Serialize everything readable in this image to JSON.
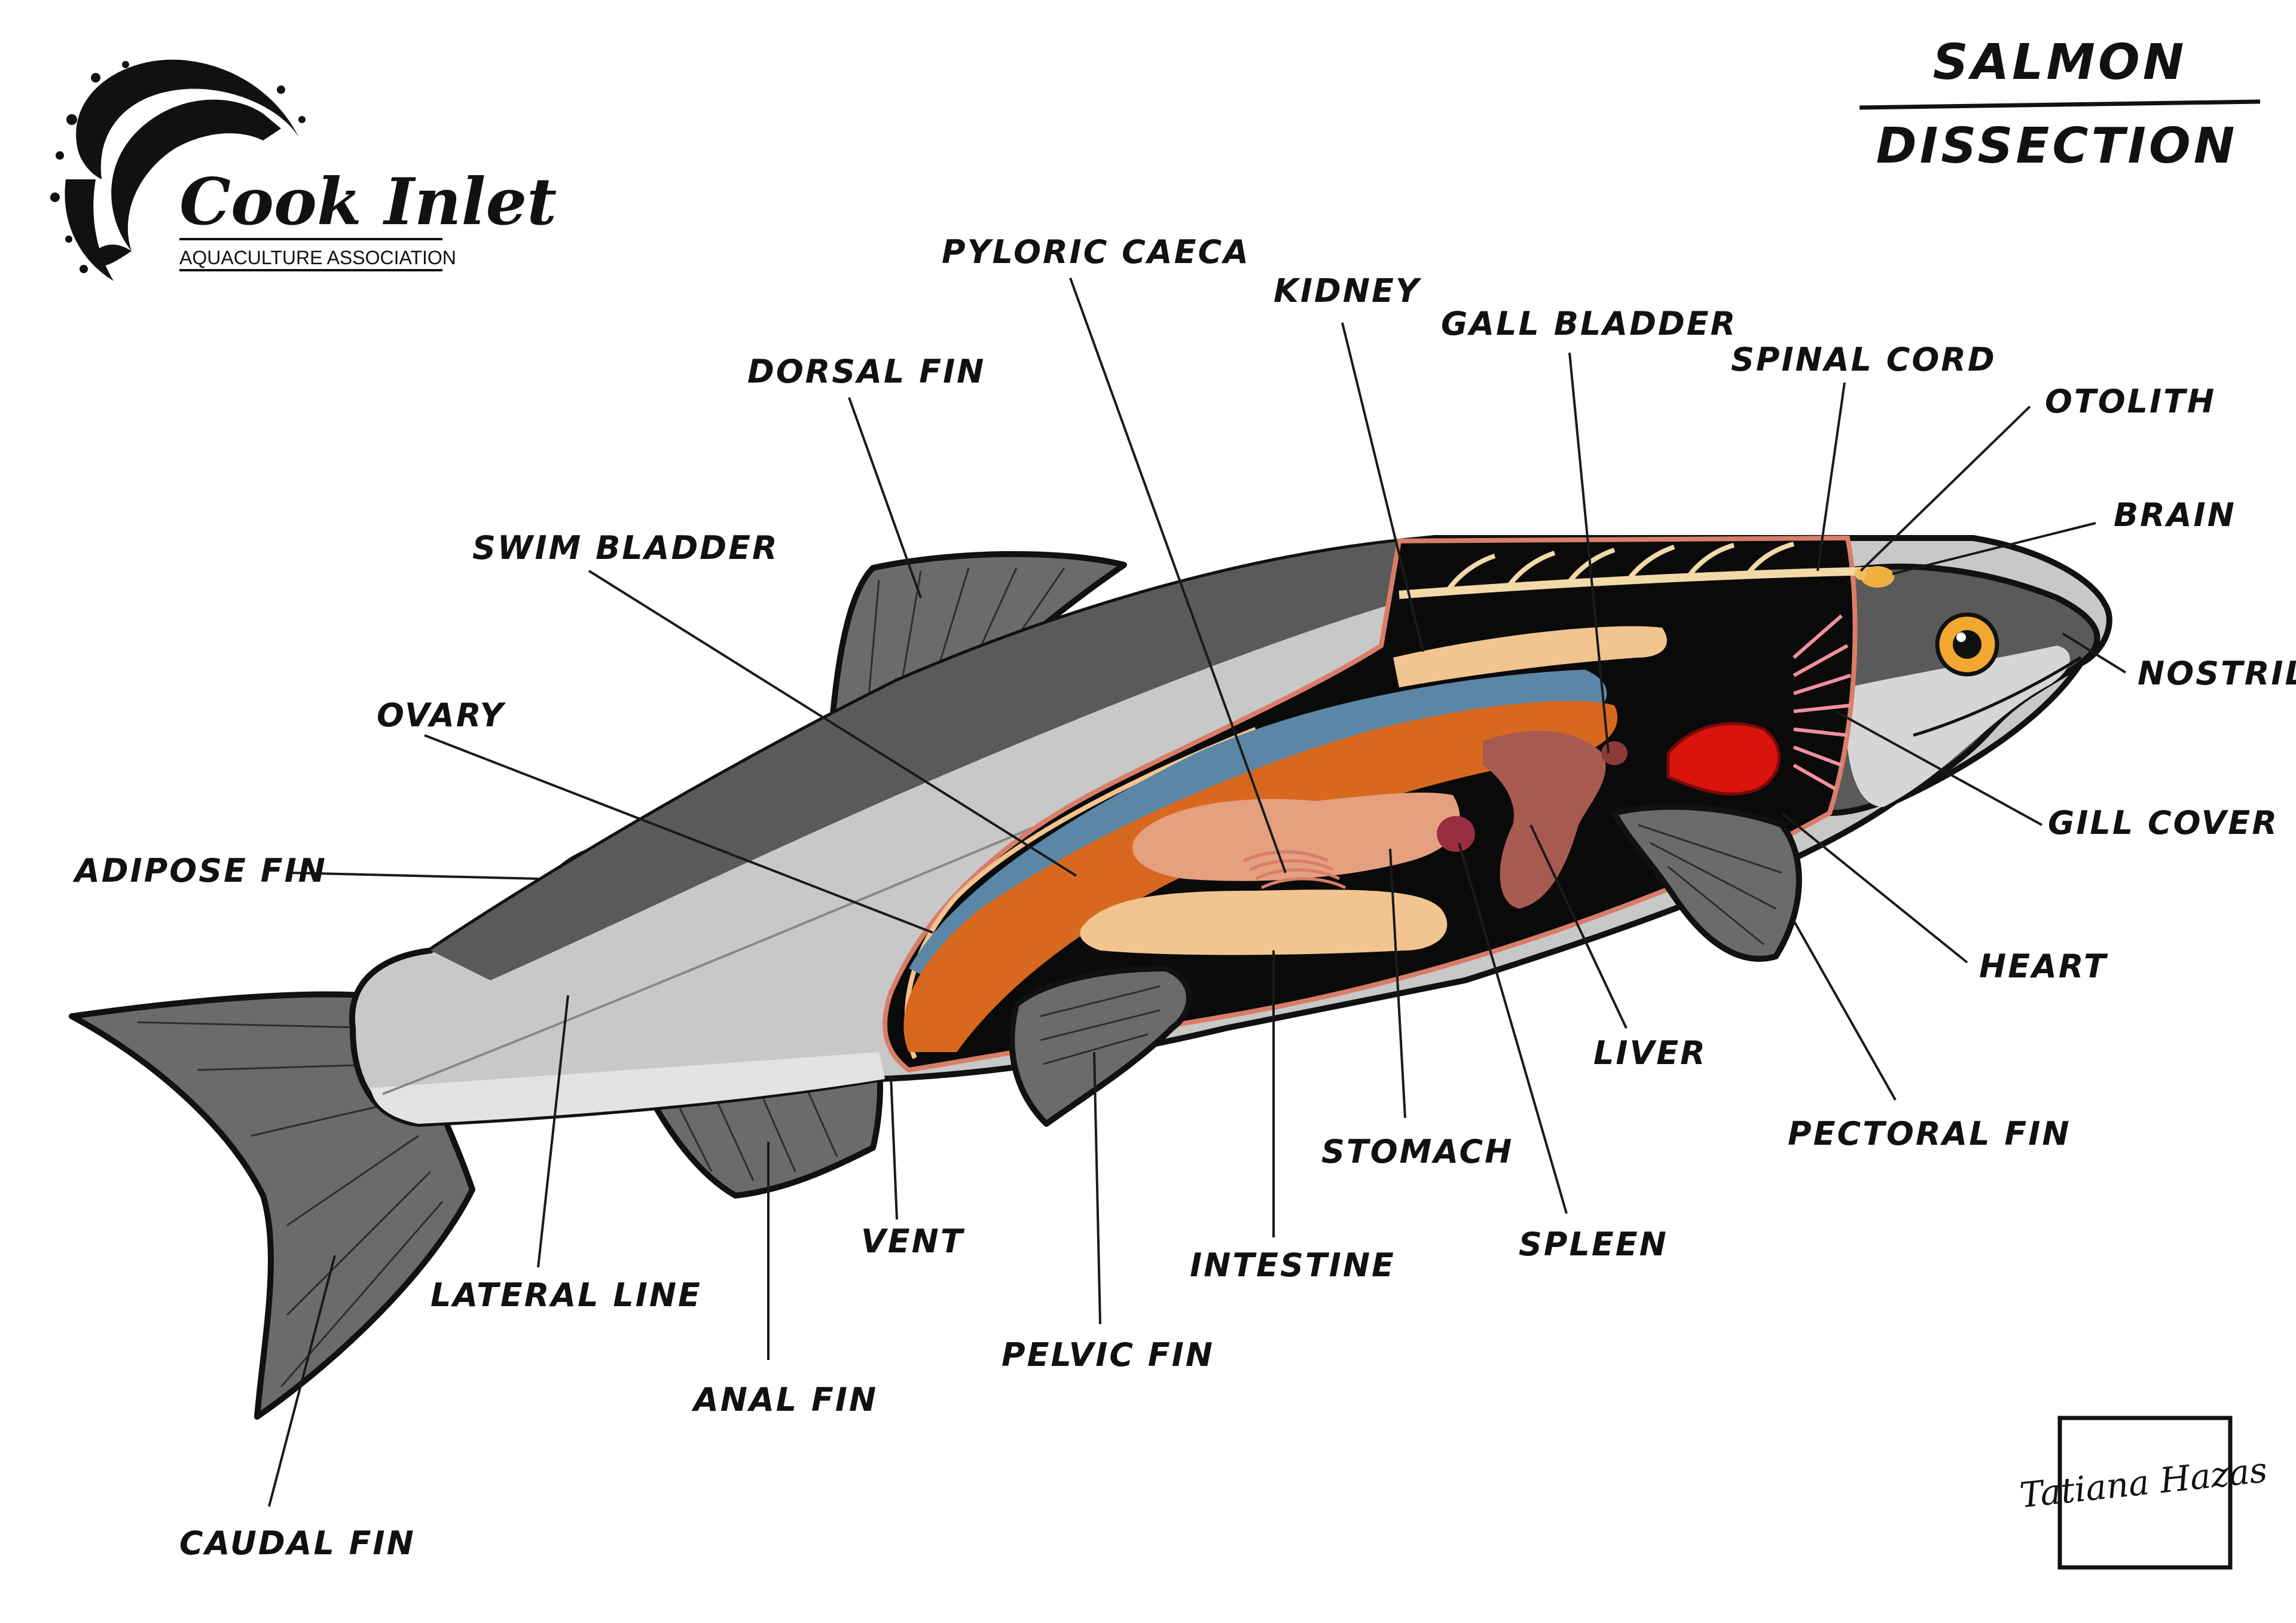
{
  "title": {
    "line1": "SALMON",
    "line2": "DISSECTION"
  },
  "logo": {
    "name": "Cook Inlet",
    "subtitle": "AQUACULTURE ASSOCIATION"
  },
  "signature": "Tatiana Hazas",
  "colors": {
    "outline": "#111111",
    "fin_dark": "#6b6b6b",
    "back_dark": "#5a5a5a",
    "body_light": "#c8c8c8",
    "belly": "#d9d9d9",
    "cavity": "#0a0a0a",
    "swim_bladder": "#5b86a6",
    "ovary": "#d9681f",
    "intestine": "#f2c48f",
    "stomach": "#e4a07f",
    "liver": "#a85a50",
    "spleen": "#9a2e40",
    "heart": "#d8140c",
    "gills": "#f28f9e",
    "kidney": "#f2c48f",
    "eye": "#f0a830",
    "spine": "#f2d9a8"
  },
  "labels": [
    {
      "id": "pyloric-caeca",
      "text": "PYLORIC CAECA"
    },
    {
      "id": "kidney",
      "text": "KIDNEY"
    },
    {
      "id": "gall-bladder",
      "text": "GALL BLADDER"
    },
    {
      "id": "spinal-cord",
      "text": "SPINAL CORD"
    },
    {
      "id": "otolith",
      "text": "OTOLITH"
    },
    {
      "id": "brain",
      "text": "BRAIN"
    },
    {
      "id": "nostril",
      "text": "NOSTRIL"
    },
    {
      "id": "dorsal-fin",
      "text": "DORSAL FIN"
    },
    {
      "id": "swim-bladder",
      "text": "SWIM BLADDER"
    },
    {
      "id": "ovary",
      "text": "OVARY"
    },
    {
      "id": "adipose-fin",
      "text": "ADIPOSE FIN"
    },
    {
      "id": "gill-cover",
      "text": "GILL COVER"
    },
    {
      "id": "heart",
      "text": "HEART"
    },
    {
      "id": "liver",
      "text": "LIVER"
    },
    {
      "id": "pectoral-fin",
      "text": "PECTORAL FIN"
    },
    {
      "id": "stomach",
      "text": "STOMACH"
    },
    {
      "id": "vent",
      "text": "VENT"
    },
    {
      "id": "intestine",
      "text": "INTESTINE"
    },
    {
      "id": "spleen",
      "text": "SPLEEN"
    },
    {
      "id": "lateral-line",
      "text": "LATERAL LINE"
    },
    {
      "id": "anal-fin",
      "text": "ANAL FIN"
    },
    {
      "id": "pelvic-fin",
      "text": "PELVIC FIN"
    },
    {
      "id": "caudal-fin",
      "text": "CAUDAL FIN"
    }
  ]
}
